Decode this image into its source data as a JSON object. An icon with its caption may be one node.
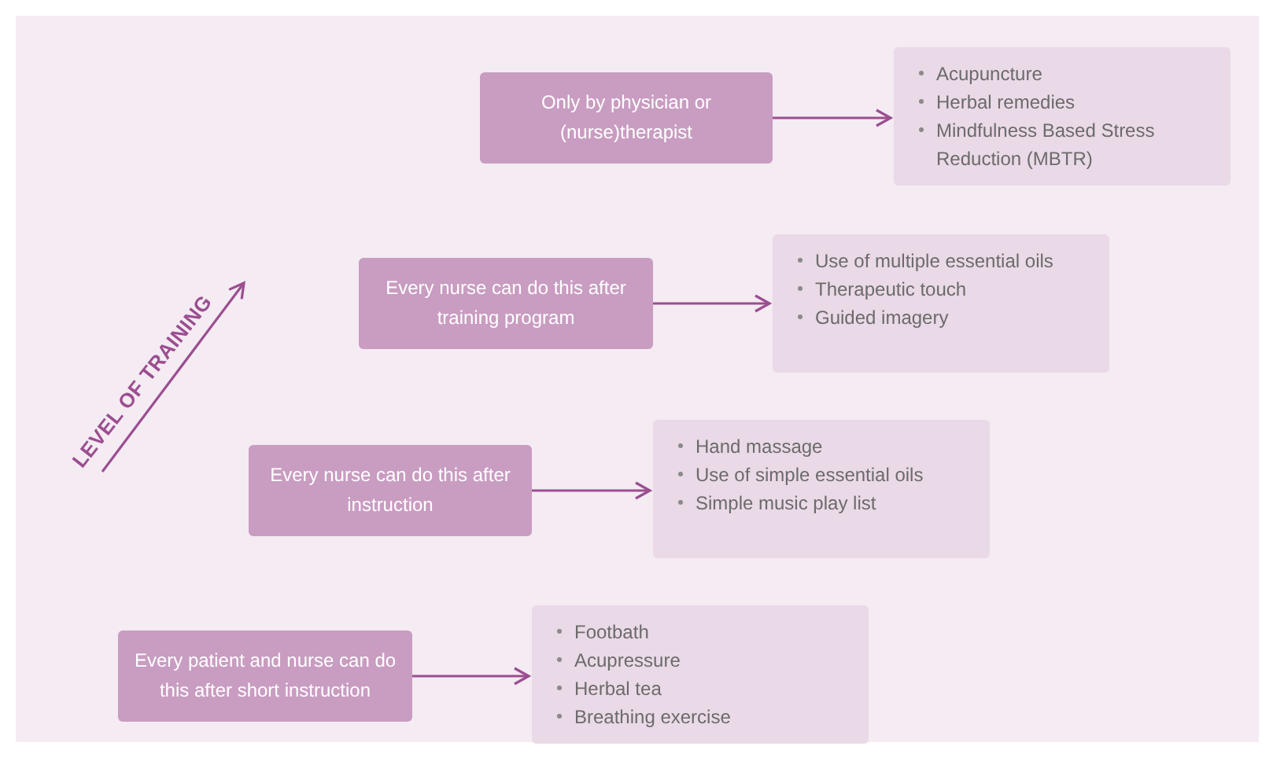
{
  "diagram": {
    "nodes": [
      {
        "text": [
          "Only by physician or (nurse)therapist"
        ]
      },
      {
        "text": [
          "Acupuncture",
          "Herbal remedies",
          "Mindfulness Based Stress Reduction (MBTR)"
        ]
      },
      {
        "text": [
          "Every nurse can do this after training program"
        ]
      },
      {
        "text": [
          "Use of multiple essential oils",
          "Therapeutic touch",
          "Guided imagery"
        ]
      },
      {
        "text": [
          "Every nurse can do this after instruction"
        ]
      },
      {
        "text": [
          "Hand massage",
          "Use of simple essential oils",
          "Simple music play list"
        ]
      },
      {
        "text": [
          "Every patient and nurse can do this after short instruction"
        ]
      },
      {
        "text": [
          "Footbath",
          "Acupressure",
          "Herbal tea",
          "Breathing exercise"
        ]
      }
    ],
    "edges": [
      {
        "from": 0,
        "to": 1,
        "arrow": "to"
      },
      {
        "from": 2,
        "to": 3,
        "arrow": "to"
      },
      {
        "from": 4,
        "to": 5,
        "arrow": "to"
      },
      {
        "from": 6,
        "to": 7,
        "arrow": "to"
      }
    ],
    "labels": [
      "LEVEL OF TRAINING"
    ]
  }
}
